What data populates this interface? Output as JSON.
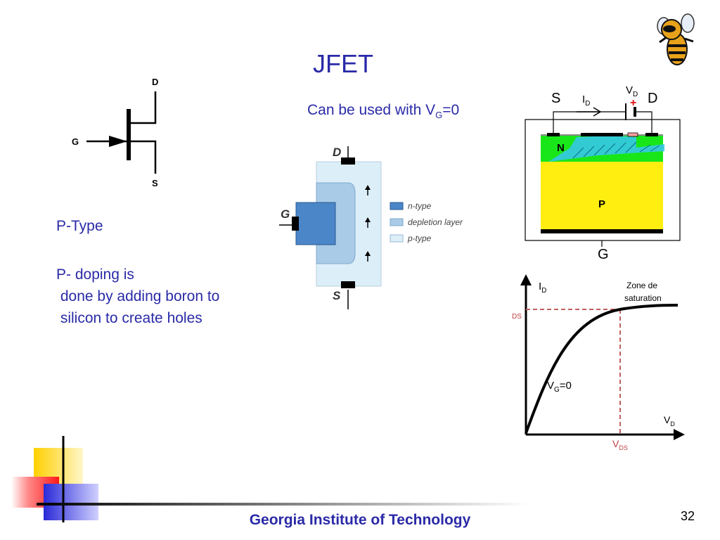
{
  "slide": {
    "title": "JFET",
    "subtitle_main": "Can be used with V",
    "subtitle_sub": "G",
    "subtitle_tail": "=0",
    "ptype_label": "P-Type",
    "pdoping_line1": "P- doping is",
    "pdoping_line2": " done by adding boron to",
    "pdoping_line3": " silicon to create holes",
    "footer": "Georgia Institute of Technology",
    "page_number": "32"
  },
  "symbol": {
    "d": "D",
    "g": "G",
    "s": "S"
  },
  "cross_section": {
    "d": "D",
    "g": "G",
    "s": "S",
    "legend": [
      "n-type",
      "depletion layer",
      "p-type"
    ],
    "colors": {
      "n": "#4a86c8",
      "depletion": "#a9cbe8",
      "p": "#dceef8"
    }
  },
  "device": {
    "s": "S",
    "d": "D",
    "g": "G",
    "n": "N",
    "p": "P",
    "id_main": "I",
    "id_sub": "D",
    "vd_main": "V",
    "vd_sub": "D",
    "plus": "+",
    "colors": {
      "n": "#19e619",
      "p": "#ffee10"
    }
  },
  "graph": {
    "id_main": "I",
    "id_sub": "D",
    "zone_line1": "Zone de",
    "zone_line2": "saturation",
    "ids_label": "DS",
    "vg_main": "V",
    "vg_sub": "G",
    "vg_tail": "=0",
    "vd_main": "V",
    "vd_sub": "D",
    "vds_main": "V",
    "vds_sub": "DS"
  }
}
